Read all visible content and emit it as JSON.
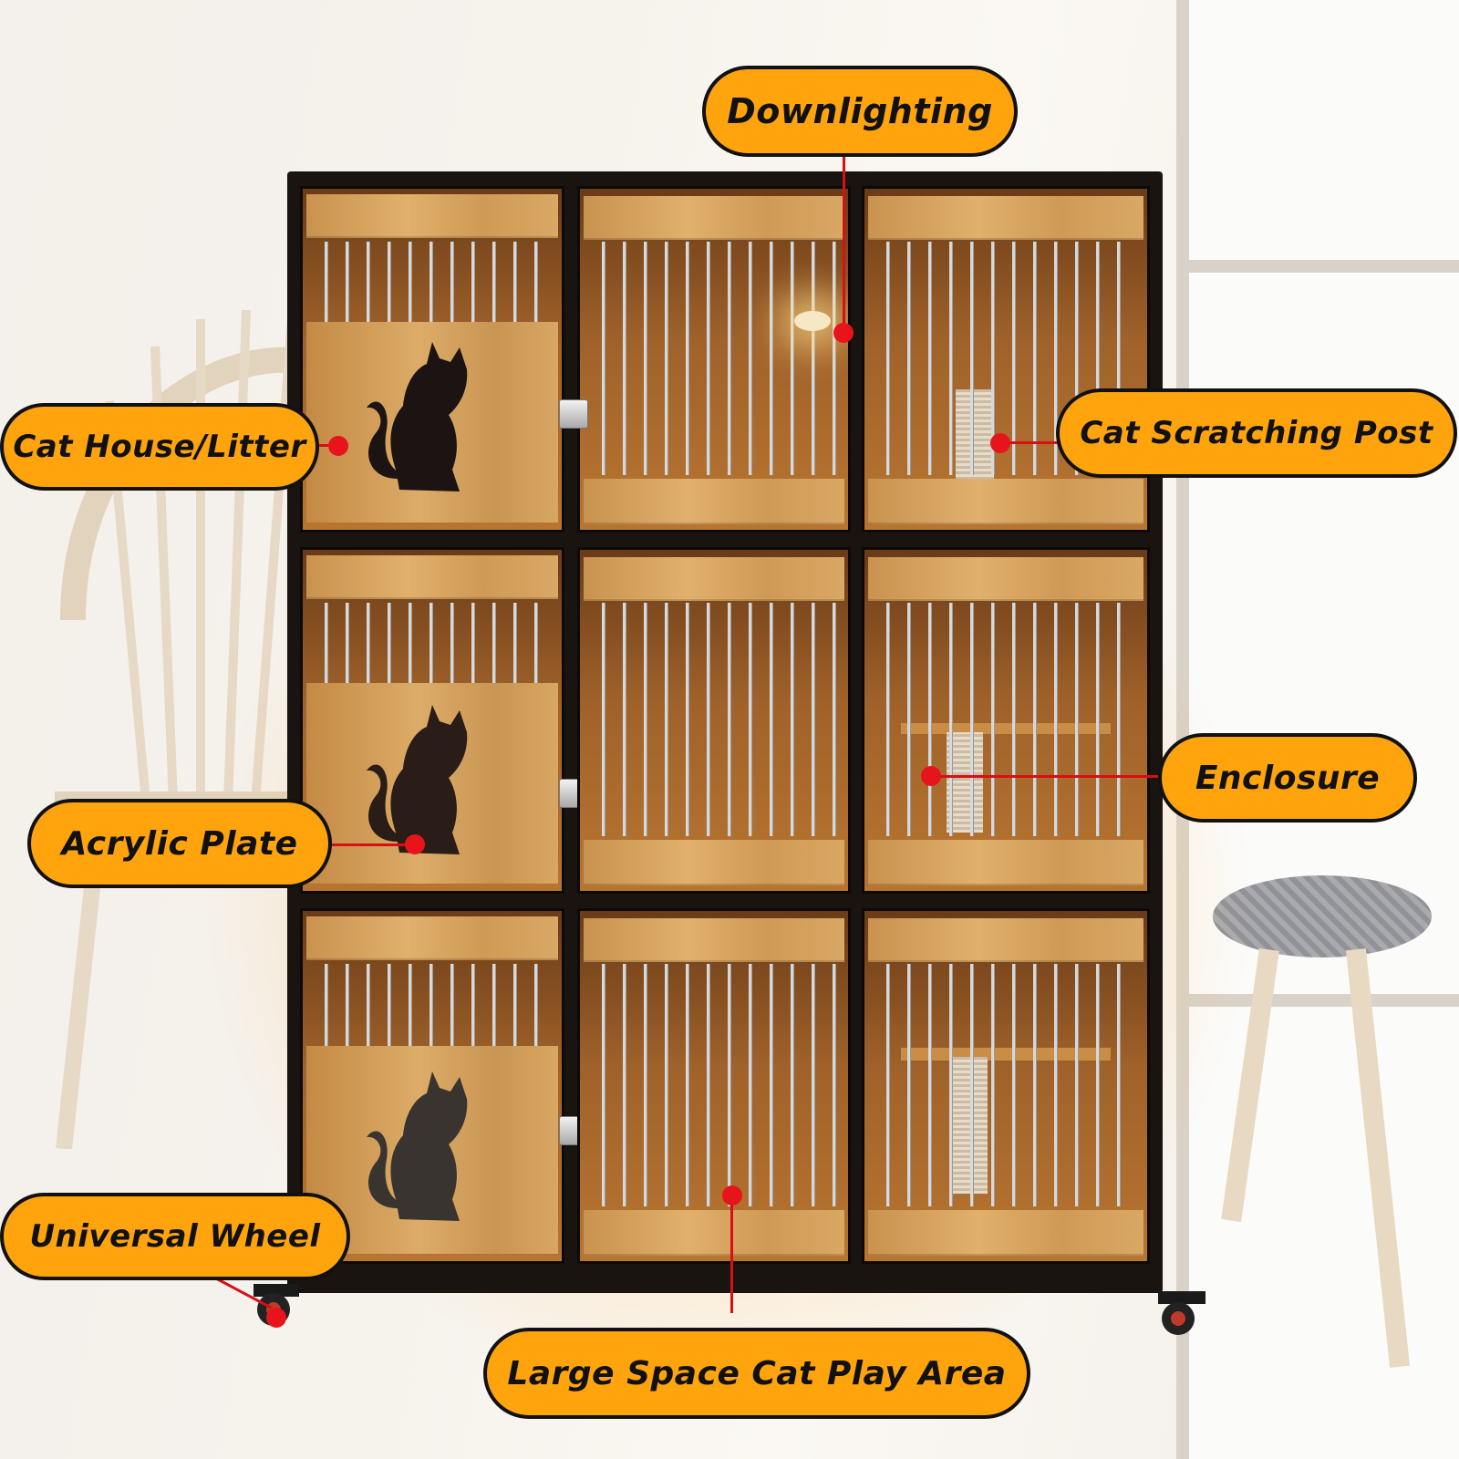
{
  "callouts": {
    "downlighting": "Downlighting",
    "cat_house_litter": "Cat House/Litter",
    "cat_scratching_post": "Cat Scratching Post",
    "enclosure": "Enclosure",
    "acrylic_plate": "Acrylic Plate",
    "universal_wheel": "Universal Wheel",
    "large_space_play_area": "Large Space Cat Play Area"
  },
  "colors": {
    "callout_fill": "#ffa40d",
    "callout_border": "#111111",
    "marker_red": "#e8141c",
    "frame_black": "#1a1410",
    "wood": "#d9a865"
  },
  "icons": [
    "cat-silhouette-icon",
    "latch-icon",
    "caster-wheel-icon",
    "downlight-icon"
  ]
}
